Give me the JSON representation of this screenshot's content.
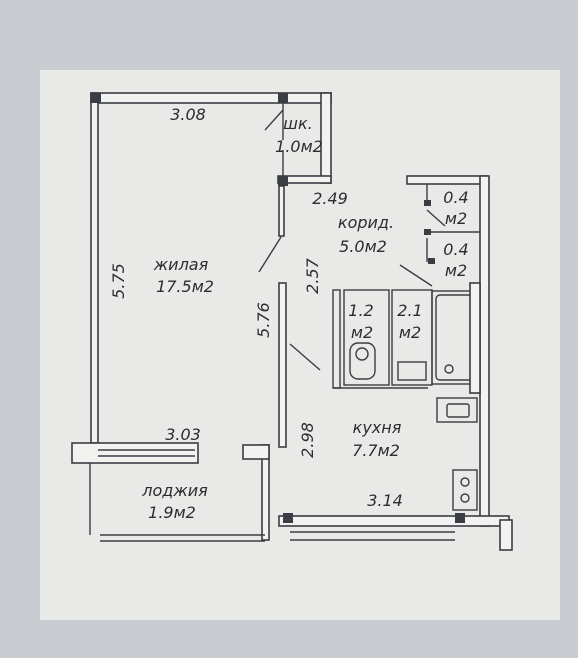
{
  "colors": {
    "paper": "#e9e9e7",
    "background": "#c9ccd1",
    "ink": "#2a2d33"
  },
  "rooms": {
    "living": {
      "name": "жилая",
      "area": "17.5м2"
    },
    "closet": {
      "name": "шк.",
      "area": "1.0м2"
    },
    "corridor": {
      "name": "корид.",
      "area": "5.0м2"
    },
    "storage_1": {
      "name": "0.4",
      "area": "м2"
    },
    "storage_2": {
      "name": "0.4",
      "area": "м2"
    },
    "wc": {
      "name": "1.2",
      "area": "м2"
    },
    "bathroom": {
      "name": "2.1",
      "area": "м2"
    },
    "kitchen": {
      "name": "кухня",
      "area": "7.7м2"
    },
    "loggia": {
      "name": "лоджия",
      "area": "1.9м2"
    }
  },
  "dimensions": {
    "living_top": "3.08",
    "closet_bottom": "2.49",
    "living_left": "5.75",
    "living_right": "5.76",
    "corridor_height": "2.57",
    "loggia_width": "3.03",
    "kitchen_height": "2.98",
    "kitchen_bottom": "3.14"
  }
}
